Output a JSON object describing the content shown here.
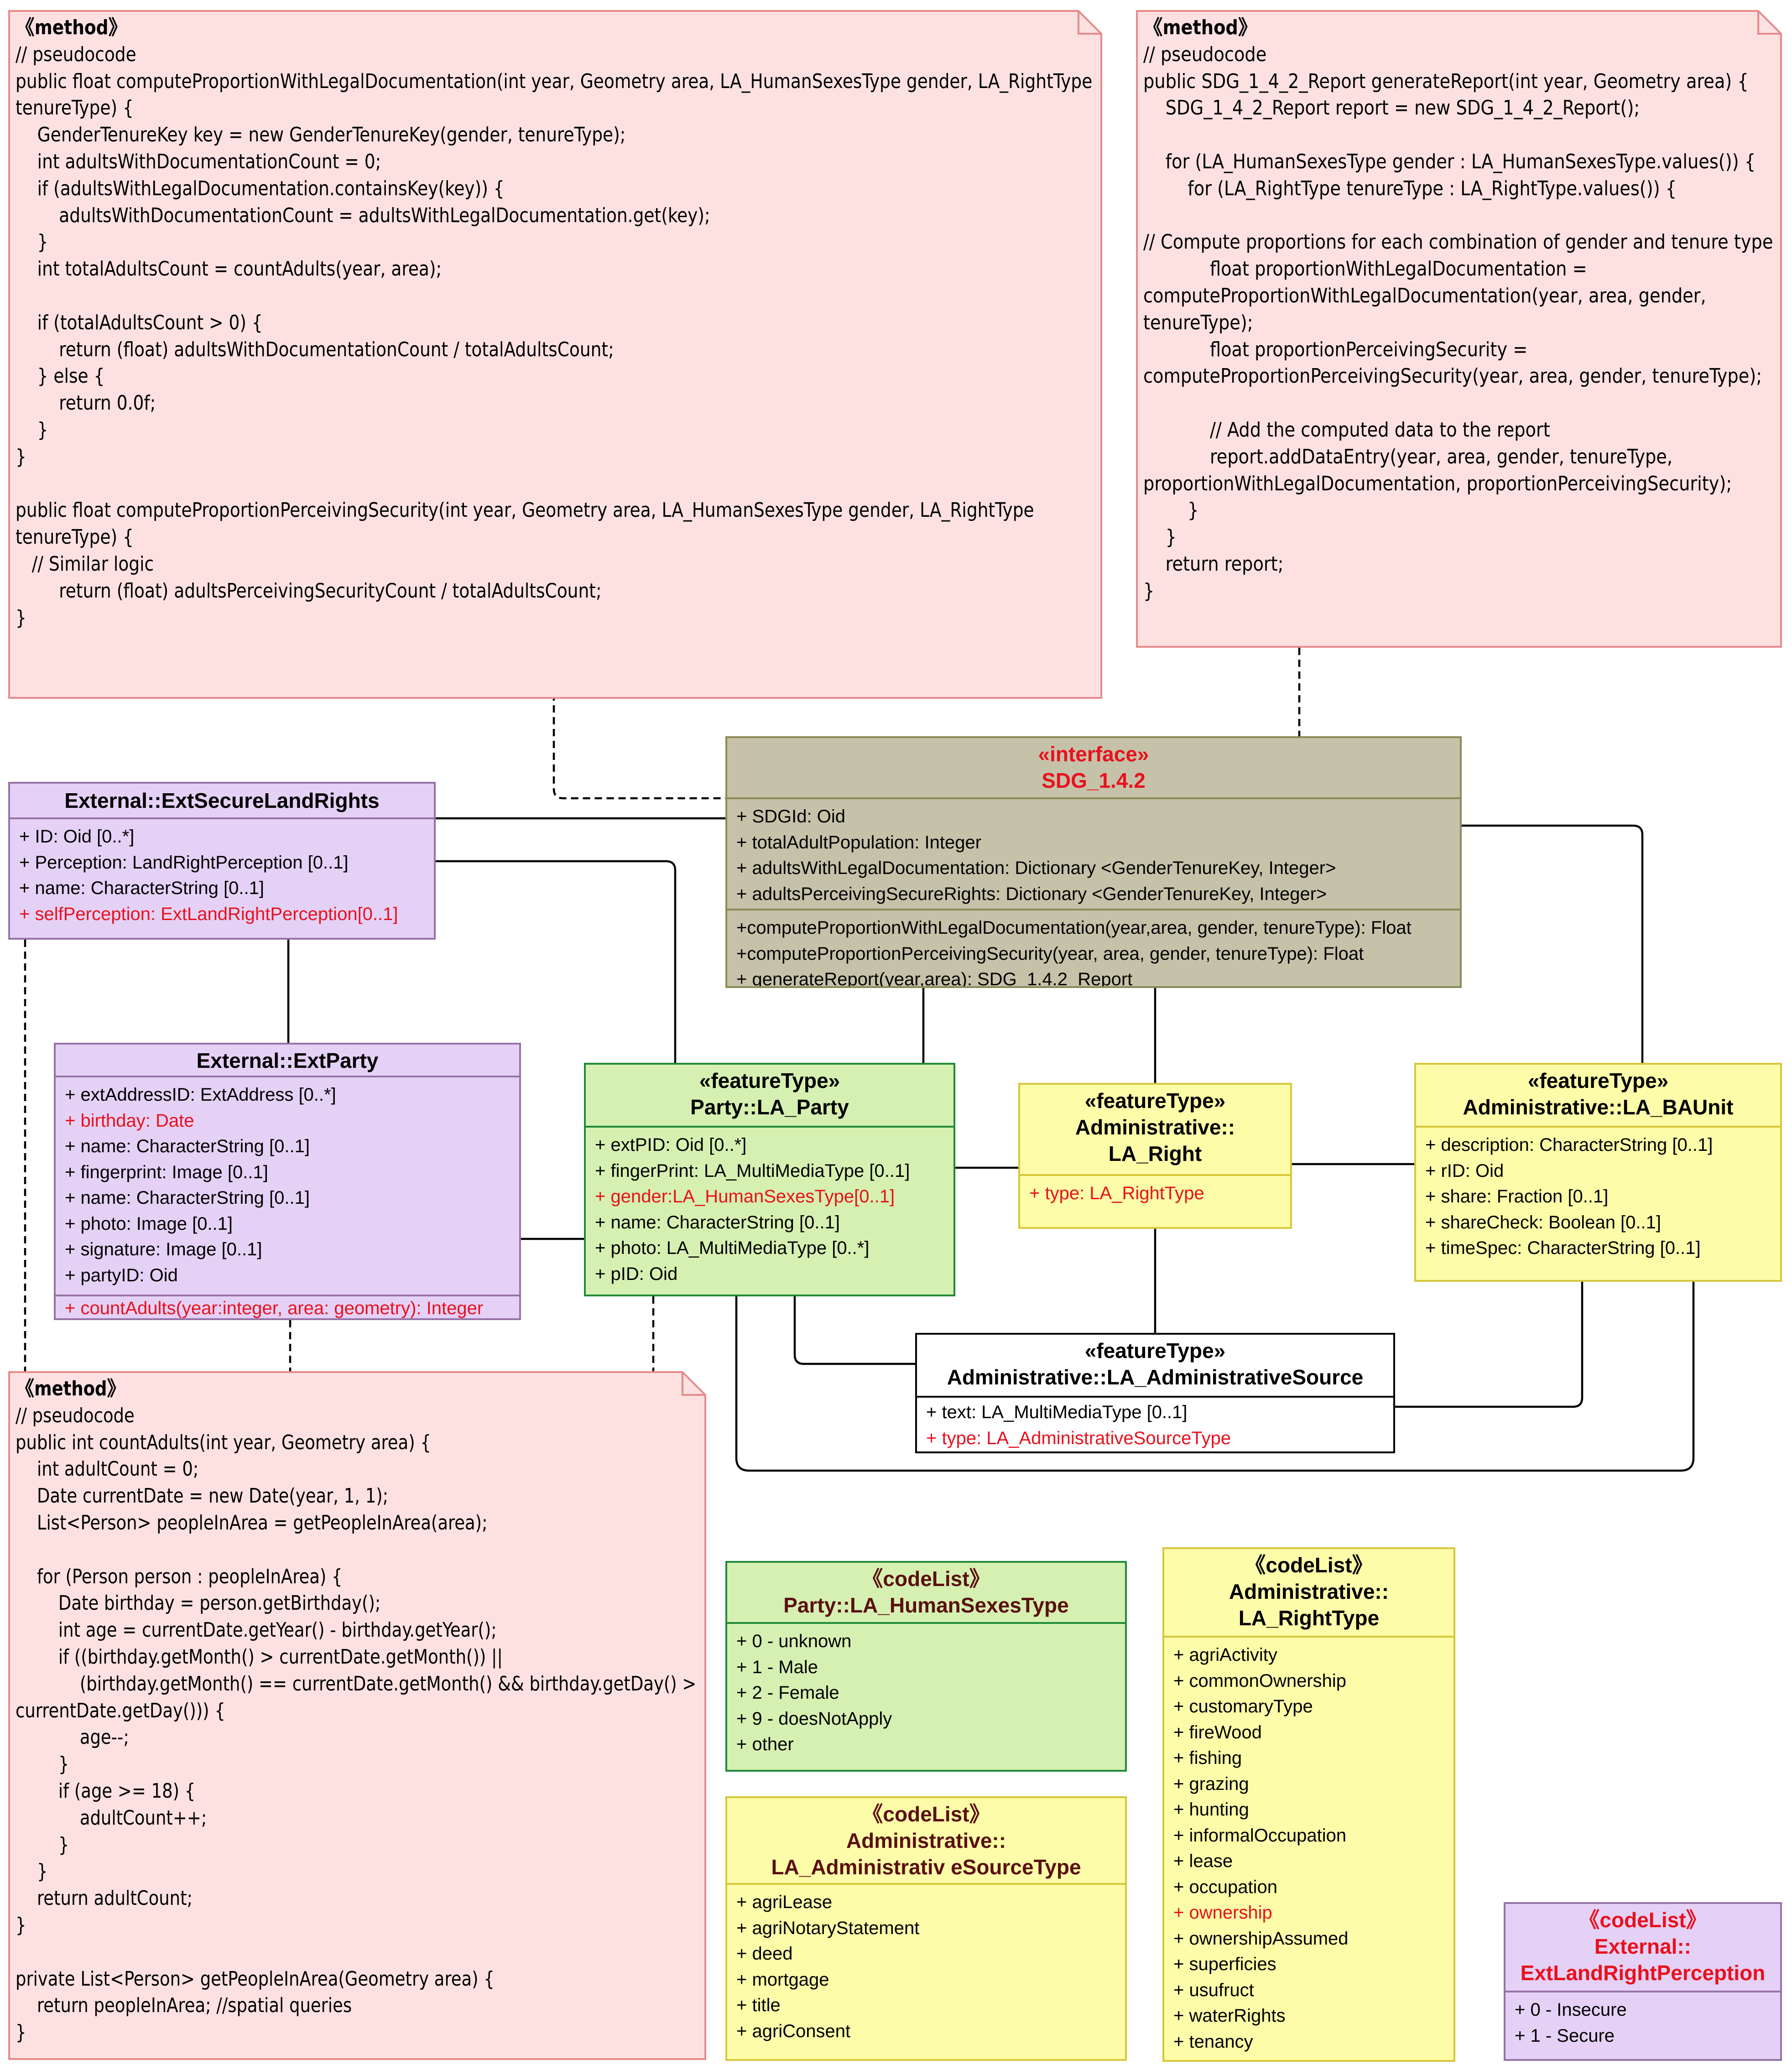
{
  "notes": {
    "top_left": {
      "stereotype": "《method》",
      "lines": [
        "// pseudocode",
        "public float computeProportionWithLegalDocumentation(int year, Geometry area, LA_HumanSexesType gender, LA_RightType",
        "tenureType) {",
        "    GenderTenureKey key = new GenderTenureKey(gender, tenureType);",
        "    int adultsWithDocumentationCount = 0;",
        "    if (adultsWithLegalDocumentation.containsKey(key)) {",
        "        adultsWithDocumentationCount = adultsWithLegalDocumentation.get(key);",
        "    }",
        "    int totalAdultsCount = countAdults(year, area);",
        "",
        "    if (totalAdultsCount > 0) {",
        "        return (float) adultsWithDocumentationCount / totalAdultsCount;",
        "    } else {",
        "        return 0.0f;",
        "    }",
        "}",
        "",
        "public float computeProportionPerceivingSecurity(int year, Geometry area, LA_HumanSexesType gender, LA_RightType",
        "tenureType) {",
        "   // Similar logic",
        "        return (float) adultsPerceivingSecurityCount / totalAdultsCount;",
        "}"
      ]
    },
    "top_right": {
      "stereotype": "《method》",
      "lines": [
        "// pseudocode",
        "public SDG_1_4_2_Report generateReport(int year, Geometry area) {",
        "    SDG_1_4_2_Report report = new SDG_1_4_2_Report();",
        "",
        "    for (LA_HumanSexesType gender : LA_HumanSexesType.values()) {",
        "        for (LA_RightType tenureType : LA_RightType.values()) {",
        "",
        "// Compute proportions for each combination of gender and tenure type",
        "            float proportionWithLegalDocumentation =",
        "computeProportionWithLegalDocumentation(year, area, gender,",
        "tenureType);",
        "            float proportionPerceivingSecurity =",
        "computeProportionPerceivingSecurity(year, area, gender, tenureType);",
        "",
        "            // Add the computed data to the report",
        "            report.addDataEntry(year, area, gender, tenureType,",
        "proportionWithLegalDocumentation, proportionPerceivingSecurity);",
        "        }",
        "    }",
        "    return report;",
        "}"
      ]
    },
    "bottom_left": {
      "stereotype": "《method》",
      "lines": [
        "// pseudocode",
        "public int countAdults(int year, Geometry area) {",
        "    int adultCount = 0;",
        "    Date currentDate = new Date(year, 1, 1);",
        "    List<Person> peopleInArea = getPeopleInArea(area);",
        "",
        "    for (Person person : peopleInArea) {",
        "        Date birthday = person.getBirthday();",
        "        int age = currentDate.getYear() - birthday.getYear();",
        "        if ((birthday.getMonth() > currentDate.getMonth()) ||",
        "            (birthday.getMonth() == currentDate.getMonth() && birthday.getDay() >",
        "currentDate.getDay())) {",
        "            age--;",
        "        }",
        "        if (age >= 18) {",
        "            adultCount++;",
        "        }",
        "    }",
        "    return adultCount;",
        "}",
        "",
        "private List<Person> getPeopleInArea(Geometry area) {",
        "    return peopleInArea; //spatial queries",
        "}"
      ]
    }
  },
  "classes": {
    "sdg": {
      "stereotype": "«interface»",
      "name": "SDG_1.4.2",
      "attributes": [
        "+ SDGId: Oid",
        "+ totalAdultPopulation: Integer",
        "+ adultsWithLegalDocumentation: Dictionary <GenderTenureKey, Integer>",
        "+ adultsPerceivingSecureRights: Dictionary <GenderTenureKey, Integer>"
      ],
      "operations": [
        "+computeProportionWithLegalDocumentation(year,area, gender, tenureType): Float",
        "+computeProportionPerceivingSecurity(year, area, gender, tenureType): Float",
        "+ generateReport(year,area): SDG_1.4.2_Report"
      ]
    },
    "ext_secure": {
      "name": "External::ExtSecureLandRights",
      "attributes": [
        "+ ID: Oid [0..*]",
        "+ Perception: LandRightPerception [0..1]",
        "+ name: CharacterString [0..1]"
      ],
      "attribute_red": "+ selfPerception: ExtLandRightPerception[0..1]"
    },
    "ext_party": {
      "name": "External::ExtParty",
      "attributes": [
        {
          "text": "+ extAddressID: ExtAddress [0..*]",
          "red": false
        },
        {
          "text": "+ birthday: Date",
          "red": true
        },
        {
          "text": "+ name: CharacterString [0..1]",
          "red": false
        },
        {
          "text": "+ fingerprint: Image [0..1]",
          "red": false
        },
        {
          "text": "+ name: CharacterString [0..1]",
          "red": false
        },
        {
          "text": "+ photo: Image [0..1]",
          "red": false
        },
        {
          "text": "+ signature: Image [0..1]",
          "red": false
        },
        {
          "text": "+ partyID: Oid",
          "red": false
        }
      ],
      "operation": "+ countAdults(year:integer, area: geometry): Integer"
    },
    "la_party": {
      "stereotype": "«featureType»",
      "name": "Party::LA_Party",
      "attributes": [
        {
          "text": "+ extPID: Oid [0..*]",
          "red": false
        },
        {
          "text": "+ fingerPrint: LA_MultiMediaType [0..1]",
          "red": false
        },
        {
          "text": "+ gender:LA_HumanSexesType[0..1]",
          "red": true
        },
        {
          "text": "+ name: CharacterString [0..1]",
          "red": false
        },
        {
          "text": "+ photo: LA_MultiMediaType [0..*]",
          "red": false
        },
        {
          "text": "+ pID: Oid",
          "red": false
        }
      ]
    },
    "la_right": {
      "stereotype": "«featureType»",
      "name_line1": "Administrative::",
      "name_line2": "LA_Right",
      "attribute_red": "+ type: LA_RightType"
    },
    "la_baunit": {
      "stereotype": "«featureType»",
      "name": "Administrative::LA_BAUnit",
      "attributes": [
        "+ description: CharacterString [0..1]",
        "+ rID: Oid",
        "+ share: Fraction [0..1]",
        "+ shareCheck: Boolean [0..1]",
        "+ timeSpec: CharacterString [0..1]"
      ]
    },
    "la_source": {
      "stereotype": "«featureType»",
      "name": "Administrative::LA_AdministrativeSource",
      "attribute": "+ text: LA_MultiMediaType [0..1]",
      "attribute_red": "+ type: LA_AdministrativeSourceType"
    },
    "cl_sexes": {
      "stereotype": "《codeList》",
      "name": "Party::LA_HumanSexesType",
      "values": [
        "+ 0 - unknown",
        "+ 1 - Male",
        "+ 2 - Female",
        "+ 9 - doesNotApply",
        "+ other"
      ]
    },
    "cl_source": {
      "stereotype": "《codeList》",
      "name_line1": "Administrative::",
      "name_line2": "LA_Administrativ eSourceType",
      "values": [
        "+ agriLease",
        "+ agriNotaryStatement",
        "+ deed",
        "+ mortgage",
        "+ title",
        "+ agriConsent"
      ]
    },
    "cl_right": {
      "stereotype": "《codeList》",
      "name_line1": "Administrative::",
      "name_line2": "LA_RightType",
      "values": [
        {
          "text": "+ agriActivity",
          "red": false
        },
        {
          "text": "+ commonOwnership",
          "red": false
        },
        {
          "text": "+ customaryType",
          "red": false
        },
        {
          "text": "+ fireWood",
          "red": false
        },
        {
          "text": "+ fishing",
          "red": false
        },
        {
          "text": "+ grazing",
          "red": false
        },
        {
          "text": "+ hunting",
          "red": false
        },
        {
          "text": "+ informalOccupation",
          "red": false
        },
        {
          "text": "+ lease",
          "red": false
        },
        {
          "text": "+ occupation",
          "red": false
        },
        {
          "text": "+ ownership",
          "red": true
        },
        {
          "text": "+ ownershipAssumed",
          "red": false
        },
        {
          "text": "+ superficies",
          "red": false
        },
        {
          "text": "+ usufruct",
          "red": false
        },
        {
          "text": "+ waterRights",
          "red": false
        },
        {
          "text": "+ tenancy",
          "red": false
        }
      ]
    },
    "cl_perception": {
      "stereotype": "《codeList》",
      "name_line1": "External::",
      "name_line2": "ExtLandRightPerception",
      "values": [
        "+ 0 - Insecure",
        "+ 1 - Secure"
      ]
    }
  }
}
